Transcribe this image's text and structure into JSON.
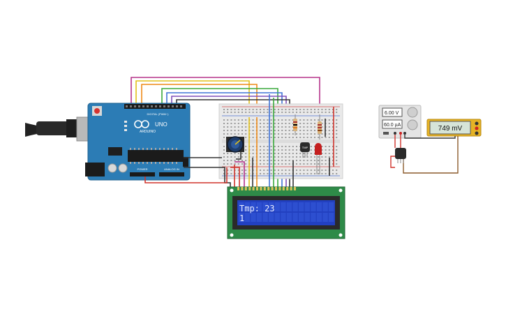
{
  "arduino": {
    "brand": "ARDUINO",
    "model": "UNO",
    "digital_label": "DIGITAL (PWM~)",
    "power_label": "POWER",
    "analog_label": "ANALOG IN"
  },
  "breadboard": {
    "sensor_label": "TMP"
  },
  "lcd": {
    "line1": "Tmp: 23",
    "line2": "1"
  },
  "power_supply": {
    "voltage": "6.00 V",
    "current": "60.0 µA"
  },
  "multimeter": {
    "reading": "749 mV"
  },
  "colors": {
    "wire_red": "#d0342c",
    "wire_purple": "#b5338a",
    "wire_yellow": "#e2c018",
    "wire_orange": "#ee8a17",
    "wire_green": "#39a83a",
    "wire_blue": "#3f73d6",
    "wire_violet": "#7f4fb8",
    "wire_black": "#333333",
    "wire_brown": "#8b5a2b"
  }
}
